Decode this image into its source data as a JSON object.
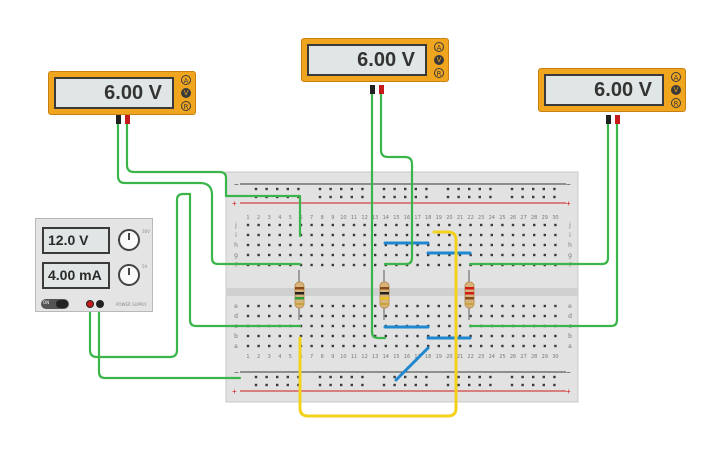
{
  "voltmeters": [
    {
      "reading": "6.00 V",
      "modes": [
        "A",
        "V",
        "R"
      ]
    },
    {
      "reading": "6.00 V",
      "modes": [
        "A",
        "V",
        "R"
      ]
    },
    {
      "reading": "6.00 V",
      "modes": [
        "A",
        "V",
        "R"
      ]
    }
  ],
  "power_supply": {
    "voltage_display": "12.0 V",
    "current_display": "4.00 mA",
    "switch_label": "ON",
    "label_voltage_max": "30V",
    "label_current_max": "5A",
    "label_name": "POWER SUPPLY"
  },
  "breadboard": {
    "row_labels_top": [
      "j",
      "i",
      "h",
      "g",
      "f"
    ],
    "row_labels_bottom": [
      "e",
      "d",
      "c",
      "b",
      "a"
    ],
    "column_numbers": [
      "1",
      "2",
      "3",
      "4",
      "5",
      "6",
      "7",
      "8",
      "9",
      "10",
      "11",
      "12",
      "13",
      "14",
      "15",
      "16",
      "17",
      "18",
      "19",
      "20",
      "21",
      "22",
      "23",
      "24",
      "25",
      "26",
      "27",
      "28",
      "29",
      "30"
    ],
    "rail_minus": "−",
    "rail_plus": "+"
  },
  "colors": {
    "meter_body": "#f0a51e",
    "wire_green": "#3bb54a",
    "wire_blue": "#1d87d0",
    "wire_yellow": "#f2d21b",
    "rail_red": "#d01b1b",
    "board": "#e2e2e2"
  }
}
